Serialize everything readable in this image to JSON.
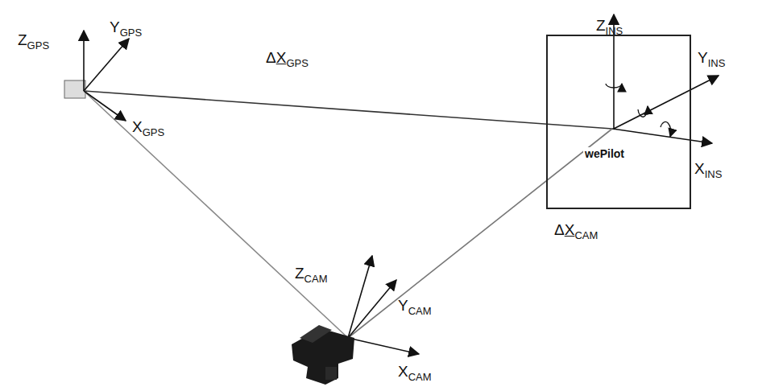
{
  "diagram": {
    "nodes": [
      {
        "text": [
          "wePilot"
        ]
      }
    ],
    "labels": [
      "ZGPS",
      "YGPS",
      "ΔXGPS",
      "XGPS",
      "ZINS",
      "YINS",
      "XINS",
      "ZCAM",
      "YCAM",
      "ΔXCAM",
      "XCAM"
    ]
  }
}
